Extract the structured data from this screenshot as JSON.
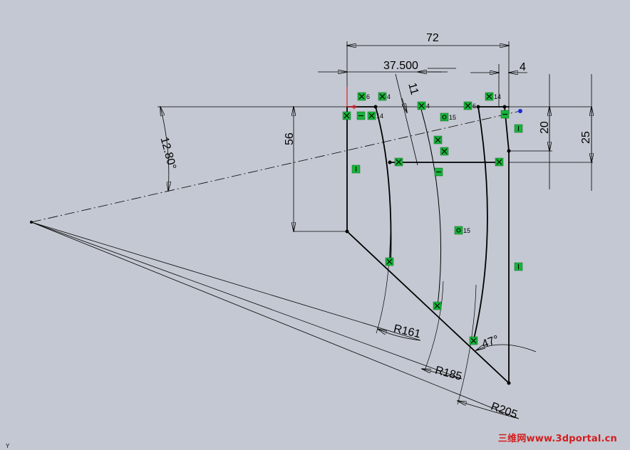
{
  "dimensions": {
    "total_width": "72",
    "top_width": "37.500",
    "right_offset": "4",
    "slot_width": "11",
    "left_height": "56",
    "angle_top": "12.80°",
    "right_upper_height": "20",
    "right_total_height": "25",
    "radius_inner": "R161",
    "radius_middle": "R185",
    "radius_outer": "R205",
    "bottom_angle": "47°"
  },
  "relation_labels": {
    "tangent_a": "6",
    "tangent_b": "4",
    "tangent_c": "14",
    "tangent_d": "4",
    "tangent_e": "6",
    "tangent_f": "14",
    "equal_top": "15",
    "equal_mid": "15"
  },
  "axis_label": "Y",
  "watermark": "三维网www.3dportal.cn",
  "colors": {
    "background": "#c4c8d2",
    "relation_box": "#19b33b",
    "geometry": "#000000",
    "watermark": "#d31d1d",
    "point_blue": "#1a2bd8",
    "origin_red": "#e02020"
  }
}
